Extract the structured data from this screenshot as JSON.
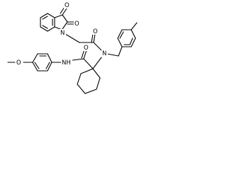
{
  "diagram": {
    "atom_labels": {
      "o1": "O",
      "o2": "O",
      "n1": "N",
      "o3": "O",
      "n2": "N",
      "o4": "O",
      "nh": "NH",
      "o5": "O"
    },
    "colors": {
      "bond": "#000000",
      "text": "#000000",
      "background": "#ffffff"
    }
  }
}
